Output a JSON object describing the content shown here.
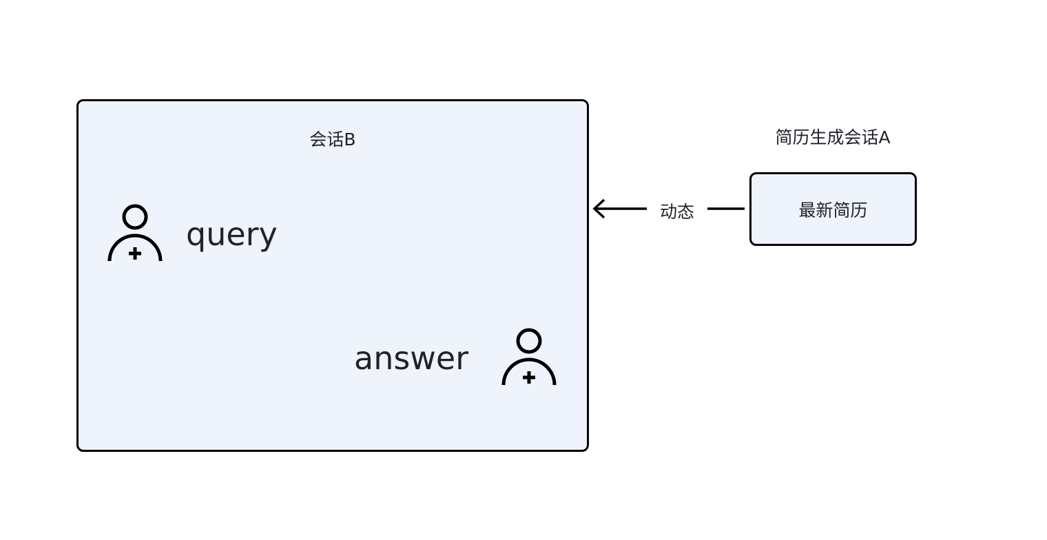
{
  "diagram": {
    "session_b": {
      "title": "会话B",
      "query_label": "query",
      "answer_label": "answer"
    },
    "group_a": {
      "title": "简历生成会话A",
      "node_label": "最新简历"
    },
    "edge": {
      "label": "动态"
    },
    "icons": {
      "query_icon": "user-add-icon",
      "answer_icon": "user-add-icon"
    },
    "colors": {
      "box_fill": "#eef3fc",
      "stroke": "#000000",
      "text": "#1f2329"
    }
  }
}
